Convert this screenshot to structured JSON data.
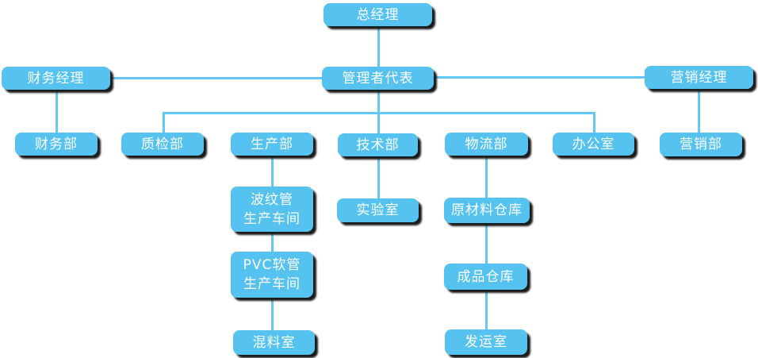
{
  "palette": {
    "node_fill": "#55C2F0",
    "node_text": "#FFFFFF",
    "connector": "#63C9F4",
    "shadow_color": "#1B1B1B",
    "page_bg": "#FFFFFF"
  },
  "chart_type": "organization-chart",
  "nodes": {
    "ceo": {
      "label": "总经理"
    },
    "management_rep": {
      "label": "管理者代表"
    },
    "finance_manager": {
      "label": "财务经理"
    },
    "marketing_manager": {
      "label": "营销经理"
    },
    "finance_dept": {
      "label": "财务部"
    },
    "qc_dept": {
      "label": "质检部"
    },
    "production_dept": {
      "label": "生产部"
    },
    "tech_dept": {
      "label": "技术部"
    },
    "logistics_dept": {
      "label": "物流部"
    },
    "office": {
      "label": "办公室"
    },
    "marketing_dept": {
      "label": "营销部"
    },
    "corrugated_workshop": {
      "line1": "波纹管",
      "line2": "生产车间"
    },
    "lab": {
      "label": "实验室"
    },
    "raw_material_warehouse": {
      "label": "原材料仓库"
    },
    "pvc_workshop": {
      "line1": "PVC软管",
      "line2": "生产车间"
    },
    "finished_goods_warehouse": {
      "label": "成品仓库"
    },
    "mixing_room": {
      "label": "混料室"
    },
    "shipping_room": {
      "label": "发运室"
    }
  },
  "edges": [
    [
      "ceo",
      "management_rep"
    ],
    [
      "finance_manager",
      "management_rep"
    ],
    [
      "management_rep",
      "marketing_manager"
    ],
    [
      "finance_manager",
      "finance_dept"
    ],
    [
      "marketing_manager",
      "marketing_dept"
    ],
    [
      "management_rep",
      "qc_dept"
    ],
    [
      "management_rep",
      "tech_dept"
    ],
    [
      "management_rep",
      "office"
    ],
    [
      "production_dept",
      "corrugated_workshop"
    ],
    [
      "corrugated_workshop",
      "pvc_workshop"
    ],
    [
      "pvc_workshop",
      "mixing_room"
    ],
    [
      "tech_dept",
      "lab"
    ],
    [
      "logistics_dept",
      "raw_material_warehouse"
    ],
    [
      "raw_material_warehouse",
      "finished_goods_warehouse"
    ],
    [
      "finished_goods_warehouse",
      "shipping_room"
    ]
  ]
}
